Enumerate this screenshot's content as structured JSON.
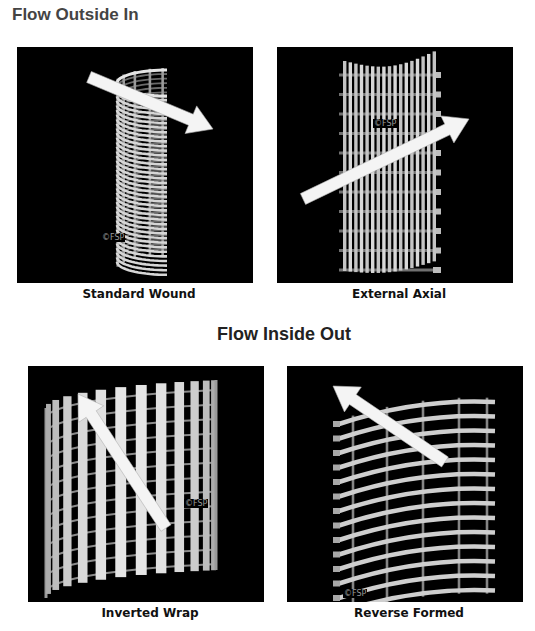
{
  "diagram": {
    "title": "Flow Outside In",
    "nodes": [
      {
        "text": [
          "Standard Wound"
        ]
      },
      {
        "text": [
          "External Axial"
        ]
      },
      {
        "text": [
          "Inverted Wrap"
        ]
      },
      {
        "text": [
          "Reverse Formed"
        ]
      }
    ],
    "labels": [
      "Flow Inside Out",
      "©FSP",
      "©FSP",
      "©FSP",
      "©FSP"
    ]
  }
}
